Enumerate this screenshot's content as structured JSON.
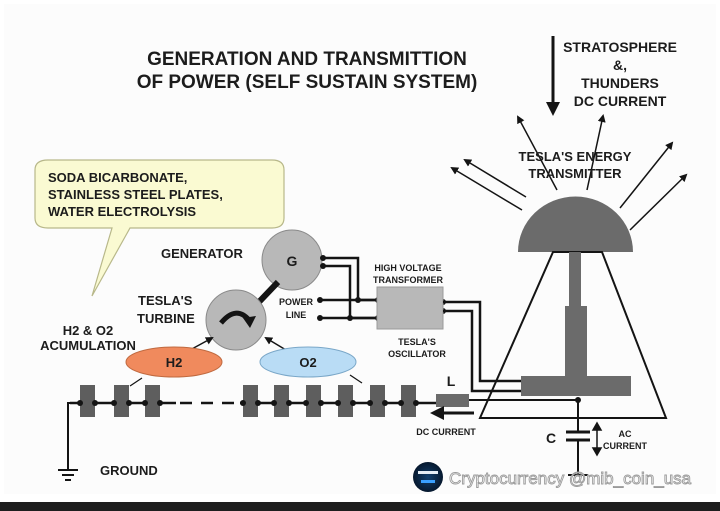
{
  "title": {
    "line1": "GENERATION AND TRANSMITTION",
    "line2": "OF POWER (SELF SUSTAIN SYSTEM)"
  },
  "callout": {
    "line1": "SODA BICARBONATE,",
    "line2": "STAINLESS STEEL PLATES,",
    "line3": "WATER ELECTROLYSIS"
  },
  "labels": {
    "generator": "GENERATOR",
    "generator_symbol": "G",
    "turbine_line1": "TESLA'S",
    "turbine_line2": "TURBINE",
    "accumulation_line1": "H2 & O2",
    "accumulation_line2": "ACUMULATION",
    "h2": "H2",
    "o2": "O2",
    "power_line1": "POWER",
    "power_line2": "LINE",
    "transformer_line1": "HIGH VOLTAGE",
    "transformer_line2": "TRANSFORMER",
    "oscillator_line1": "TESLA'S",
    "oscillator_line2": "OSCILLATOR",
    "inductor": "L",
    "dc_current": "DC CURRENT",
    "capacitor": "C",
    "ac_current_line1": "AC",
    "ac_current_line2": "CURRENT",
    "ground": "GROUND",
    "transmitter_line1": "TESLA'S ENERGY",
    "transmitter_line2": "TRANSMITTER",
    "stratosphere_line1": "STRATOSPHERE",
    "stratosphere_line2": "&,",
    "stratosphere_line3": "THUNDERS",
    "stratosphere_line4": "DC CURRENT"
  },
  "watermark": {
    "text": "Cryptocurrency @mib_coin_usa"
  },
  "colors": {
    "callout_fill": "#fafad2",
    "h2_fill": "#f08a5d",
    "o2_fill": "#b9dcf5",
    "component_gray": "#6b6b6b",
    "light_gray": "#b8b8b8",
    "line": "#141414"
  }
}
